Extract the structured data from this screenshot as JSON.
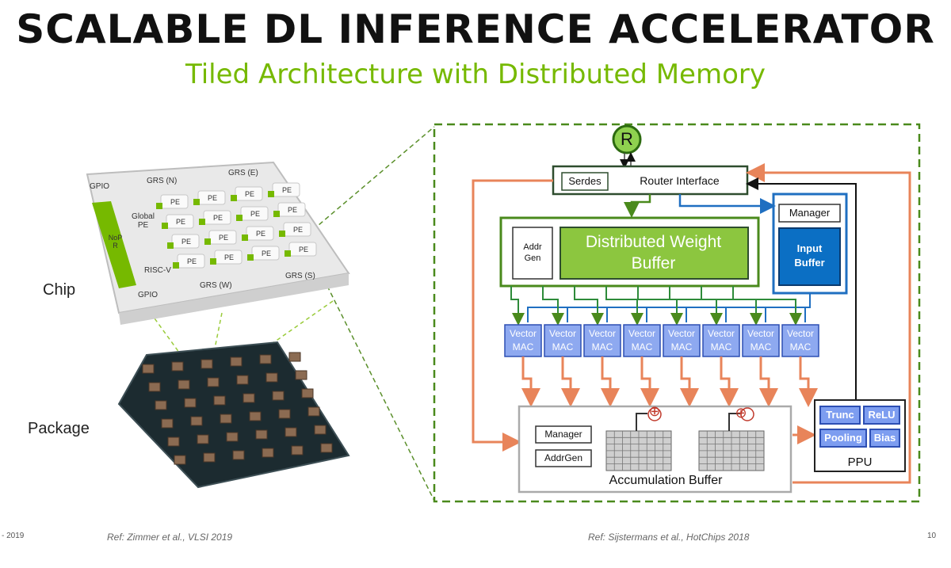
{
  "slide": {
    "title": "SCALABLE DL INFERENCE ACCELERATOR",
    "subtitle": "Tiled Architecture with Distributed Memory",
    "page_number": "10",
    "footer_left_fragment": "- 2019",
    "ref_left": "Ref: Zimmer et al., VLSI 2019",
    "ref_right": "Ref: Sijstermans et al., HotChips 2018"
  },
  "chip": {
    "label": "Chip",
    "gpio_top": "GPIO",
    "grs_n": "GRS (N)",
    "grs_e": "GRS (E)",
    "global_pe": "Global PE",
    "nop": "NoP R",
    "risc_v": "RISC-V",
    "gpio_bottom": "GPIO",
    "grs_w": "GRS (W)",
    "grs_s": "GRS (S)",
    "pe_label": "PE",
    "router_label": "R"
  },
  "package": {
    "label": "Package"
  },
  "pe_detail": {
    "router": "R",
    "serdes": "Serdes",
    "router_interface": "Router Interface",
    "addr_gen": "Addr Gen",
    "weight_buffer": "Distributed Weight Buffer",
    "input_manager": "Manager",
    "input_buffer": "Input Buffer",
    "vector_mac_line1": "Vector",
    "vector_mac_line2": "MAC",
    "acc_manager": "Manager",
    "acc_addrgen": "AddrGen",
    "accumulation_buffer": "Accumulation Buffer",
    "ppu": "PPU",
    "trunc": "Trunc",
    "relu": "ReLU",
    "pooling": "Pooling",
    "bias": "Bias",
    "plus": "⊕"
  },
  "colors": {
    "nvidia_green": "#76b900",
    "dark_green_border": "#3a6b12",
    "input_blue": "#0b6fc4",
    "mac_fill": "#8ea9f0",
    "arrow_orange": "#e8845a",
    "title": "#111111"
  }
}
